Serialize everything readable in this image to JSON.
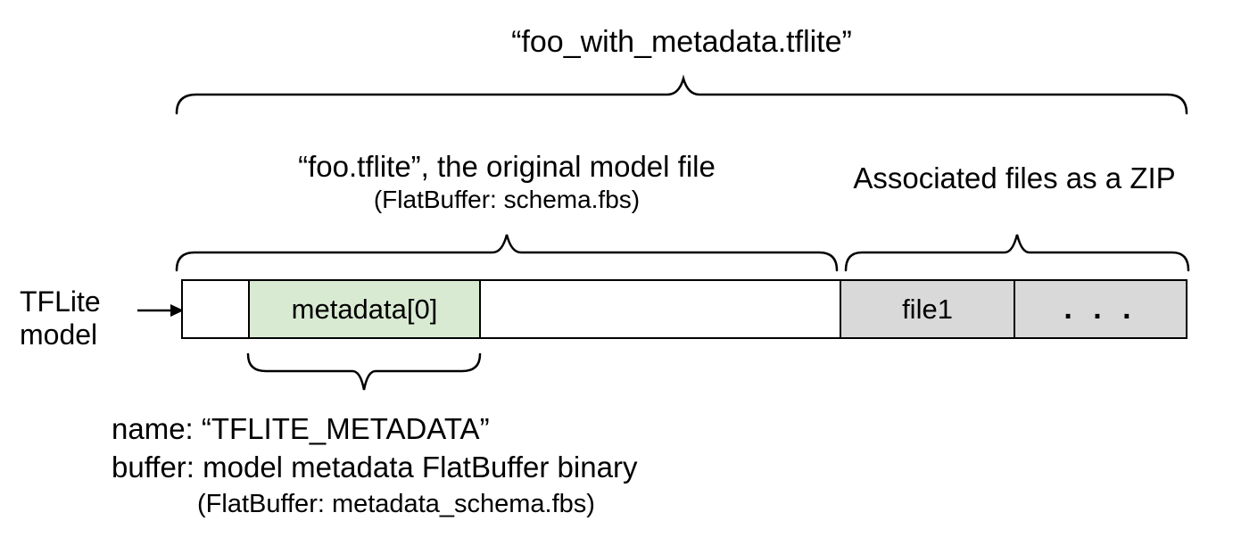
{
  "title": "“foo_with_metadata.tflite”",
  "sections": {
    "model": {
      "caption": "“foo.tflite”, the original model file",
      "subcaption": "(FlatBuffer: schema.fbs)"
    },
    "zip": {
      "caption": "Associated files as a ZIP"
    }
  },
  "pointer_label": {
    "line1": "TFLite",
    "line2": "model"
  },
  "bar": {
    "segments": [
      {
        "name": "model-header",
        "label": ""
      },
      {
        "name": "metadata-buffer",
        "label": "metadata[0]"
      },
      {
        "name": "model-body",
        "label": ""
      },
      {
        "name": "associated-file-1",
        "label": "file1"
      },
      {
        "name": "associated-files-more",
        "label": ". . ."
      }
    ]
  },
  "metadata_annotation": {
    "line1": "name: “TFLITE_METADATA”",
    "line2": "buffer: model metadata FlatBuffer binary",
    "line3": "(FlatBuffer: metadata_schema.fbs)"
  },
  "colors": {
    "metadata_fill": "#d9ead3",
    "file_fill": "#d9d9d9",
    "line": "#000000",
    "background": "#ffffff",
    "text": "#000000"
  }
}
